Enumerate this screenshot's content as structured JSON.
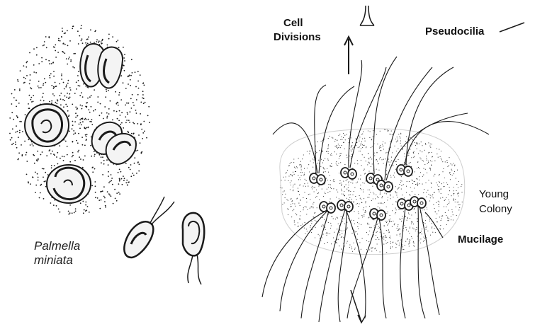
{
  "figure": {
    "left_panel": {
      "species_name_line1": "Palmella",
      "species_name_line2": "miniata"
    },
    "right_panel": {
      "label_cell_divisions_line1": "Cell",
      "label_cell_divisions_line2": "Divisions",
      "label_pseudocilia": "Pseudocilia",
      "label_young_colony_line1": "Young",
      "label_young_colony_line2": "Colony",
      "label_mucilage": "Mucilage"
    },
    "ink_color": "#1a1a1a",
    "background_color": "#ffffff"
  }
}
